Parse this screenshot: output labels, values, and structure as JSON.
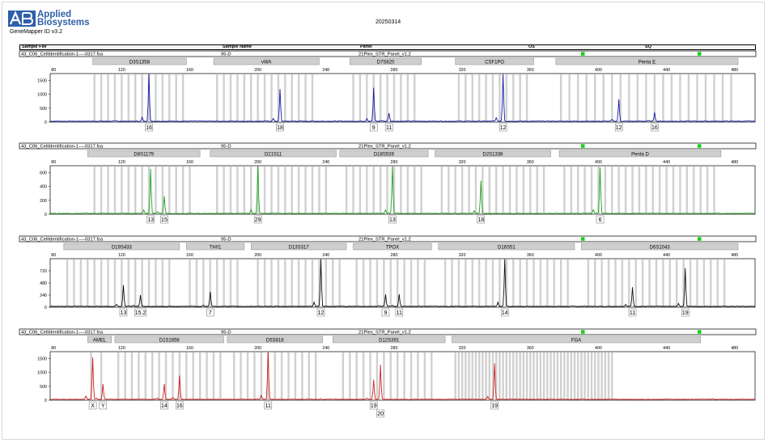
{
  "report": {
    "logo_line1": "Applied",
    "logo_line2": "Biosystems",
    "software": "GeneMapper ID v3.2",
    "run_date": "20250314"
  },
  "header": {
    "sample_file_label": "Sample File",
    "sample_name_label": "Sample Name",
    "panel_label": "Panel",
    "os_label": "OS",
    "sq_label": "SQ"
  },
  "chart_data": [
    {
      "type": "line",
      "title": "43_C06_CellIdentification-1----0317.fsa",
      "sample_name": "95-D",
      "panel": "21Plex_STR_Panel_v1.2",
      "color": "#1a1aa6",
      "x_ticks": [
        80,
        120,
        160,
        200,
        240,
        280,
        320,
        360,
        400,
        440,
        480
      ],
      "xlim": [
        78,
        492
      ],
      "y_ticks": [
        0,
        500,
        1000,
        1500
      ],
      "ylim": [
        0,
        1750
      ],
      "markers": [
        {
          "name": "D3S1358",
          "start": 103,
          "end": 158
        },
        {
          "name": "vWA",
          "start": 174,
          "end": 236
        },
        {
          "name": "D7S820",
          "start": 254,
          "end": 296
        },
        {
          "name": "CSF1PO",
          "start": 316,
          "end": 362
        },
        {
          "name": "Penta E",
          "start": 375,
          "end": 482
        }
      ],
      "peaks": [
        {
          "x": 136,
          "y": 1700,
          "label": "16"
        },
        {
          "x": 213,
          "y": 1150,
          "label": "18"
        },
        {
          "x": 268,
          "y": 1200,
          "label": "9"
        },
        {
          "x": 277,
          "y": 300,
          "label": "11"
        },
        {
          "x": 344,
          "y": 1700,
          "label": "12"
        },
        {
          "x": 412,
          "y": 780,
          "label": "12"
        },
        {
          "x": 433,
          "y": 320,
          "label": "16"
        }
      ],
      "bins": [
        104,
        108,
        112,
        116,
        120,
        124,
        128,
        132,
        136,
        140,
        144,
        148,
        152,
        156,
        176,
        180,
        184,
        188,
        192,
        196,
        200,
        204,
        208,
        212,
        216,
        220,
        224,
        228,
        232,
        256,
        260,
        264,
        268,
        272,
        276,
        280,
        284,
        288,
        292,
        318,
        322,
        326,
        330,
        334,
        338,
        342,
        346,
        350,
        354,
        358,
        378,
        383,
        388,
        393,
        398,
        403,
        408,
        413,
        418,
        423,
        428,
        433,
        438,
        443,
        448,
        453,
        458,
        463,
        468,
        473,
        478
      ]
    },
    {
      "type": "line",
      "title": "43_C06_CellIdentification-1----0317.fsa",
      "sample_name": "95-D",
      "panel": "21Plex_STR_Panel_v1.2",
      "color": "#1fa31f",
      "x_ticks": [
        80,
        120,
        160,
        200,
        240,
        280,
        320,
        360,
        400,
        440,
        480
      ],
      "xlim": [
        78,
        492
      ],
      "y_ticks": [
        0,
        200,
        400,
        600
      ],
      "ylim": [
        0,
        700
      ],
      "markers": [
        {
          "name": "D8S1179",
          "start": 100,
          "end": 166
        },
        {
          "name": "D21S11",
          "start": 172,
          "end": 246
        },
        {
          "name": "D18S539",
          "start": 248,
          "end": 300
        },
        {
          "name": "D2S1338",
          "start": 304,
          "end": 372
        },
        {
          "name": "Penta D",
          "start": 377,
          "end": 472
        }
      ],
      "peaks": [
        {
          "x": 137,
          "y": 640,
          "label": "13"
        },
        {
          "x": 145,
          "y": 250,
          "label": "15"
        },
        {
          "x": 200,
          "y": 680,
          "label": "29"
        },
        {
          "x": 279,
          "y": 680,
          "label": "13"
        },
        {
          "x": 331,
          "y": 470,
          "label": "18"
        },
        {
          "x": 401,
          "y": 660,
          "label": "6"
        }
      ],
      "bins": [
        104,
        108,
        112,
        116,
        120,
        124,
        128,
        132,
        136,
        140,
        144,
        148,
        152,
        156,
        160,
        176,
        180,
        184,
        188,
        192,
        196,
        200,
        204,
        208,
        212,
        216,
        220,
        224,
        228,
        232,
        236,
        240,
        252,
        256,
        260,
        264,
        268,
        272,
        276,
        280,
        284,
        288,
        292,
        296,
        308,
        312,
        316,
        320,
        324,
        328,
        332,
        336,
        340,
        344,
        348,
        352,
        356,
        360,
        364,
        368,
        380,
        384,
        388,
        392,
        396,
        400,
        404,
        408,
        412,
        416,
        420,
        424,
        428,
        432,
        436,
        440,
        444,
        448,
        452,
        456,
        460,
        464,
        468
      ]
    },
    {
      "type": "line",
      "title": "43_C06_CellIdentification-1----0317.fsa",
      "sample_name": "95-D",
      "panel": "21Plex_STR_Panel_v1.2",
      "color": "#111111",
      "x_ticks": [
        80,
        120,
        160,
        200,
        240,
        280,
        320,
        360,
        400,
        440,
        480
      ],
      "xlim": [
        78,
        492
      ],
      "y_ticks": [
        0,
        240,
        480,
        720
      ],
      "ylim": [
        0,
        960
      ],
      "markers": [
        {
          "name": "D19S433",
          "start": 86,
          "end": 154
        },
        {
          "name": "TH01",
          "start": 158,
          "end": 192
        },
        {
          "name": "D13S317",
          "start": 196,
          "end": 252
        },
        {
          "name": "TPOX",
          "start": 256,
          "end": 302
        },
        {
          "name": "D16S51",
          "start": 306,
          "end": 386
        },
        {
          "name": "D6S1043",
          "start": 390,
          "end": 482
        }
      ],
      "peaks": [
        {
          "x": 121,
          "y": 420,
          "label": "13"
        },
        {
          "x": 131,
          "y": 220,
          "label": "15.2"
        },
        {
          "x": 172,
          "y": 290,
          "label": "7"
        },
        {
          "x": 237,
          "y": 950,
          "label": "12"
        },
        {
          "x": 275,
          "y": 230,
          "label": "9"
        },
        {
          "x": 283,
          "y": 240,
          "label": "11"
        },
        {
          "x": 345,
          "y": 960,
          "label": "14"
        },
        {
          "x": 420,
          "y": 380,
          "label": "11"
        },
        {
          "x": 451,
          "y": 760,
          "label": "19"
        }
      ],
      "bins": [
        88,
        92,
        96,
        100,
        104,
        108,
        112,
        116,
        120,
        124,
        128,
        132,
        136,
        140,
        144,
        148,
        160,
        164,
        168,
        172,
        176,
        180,
        184,
        188,
        200,
        204,
        208,
        212,
        216,
        220,
        224,
        228,
        232,
        236,
        240,
        244,
        248,
        258,
        262,
        266,
        270,
        274,
        278,
        282,
        286,
        290,
        294,
        298,
        310,
        314,
        318,
        322,
        326,
        330,
        334,
        338,
        342,
        346,
        350,
        354,
        358,
        362,
        366,
        370,
        374,
        378,
        382,
        394,
        398,
        402,
        406,
        410,
        414,
        418,
        422,
        426,
        430,
        434,
        438,
        442,
        446,
        450,
        454,
        458,
        462,
        466,
        470,
        474
      ]
    },
    {
      "type": "line",
      "title": "43_C06_CellIdentification-1----0317.fsa",
      "sample_name": "95-D",
      "panel": "21Plex_STR_Panel_v1.2",
      "color": "#d42020",
      "x_ticks": [
        80,
        120,
        160,
        200,
        240,
        280,
        320,
        360,
        400,
        440,
        480
      ],
      "xlim": [
        78,
        492
      ],
      "y_ticks": [
        0,
        500,
        1000,
        1500
      ],
      "ylim": [
        0,
        1750
      ],
      "markers": [
        {
          "name": "AMEL",
          "start": 100,
          "end": 114
        },
        {
          "name": "D1S1656",
          "start": 116,
          "end": 180
        },
        {
          "name": "D5S818",
          "start": 182,
          "end": 238
        },
        {
          "name": "D12S391",
          "start": 244,
          "end": 310
        },
        {
          "name": "FGA",
          "start": 314,
          "end": 460
        }
      ],
      "peaks": [
        {
          "x": 103,
          "y": 1500,
          "label": "X"
        },
        {
          "x": 109,
          "y": 550,
          "label": "Y"
        },
        {
          "x": 145,
          "y": 560,
          "label": "14"
        },
        {
          "x": 154,
          "y": 850,
          "label": "16"
        },
        {
          "x": 206,
          "y": 1700,
          "label": "11"
        },
        {
          "x": 268,
          "y": 600,
          "label": "19"
        },
        {
          "x": 272,
          "y": 1250,
          "label": "20"
        },
        {
          "x": 339,
          "y": 1300,
          "label": "19"
        }
      ],
      "bins": [
        102,
        108,
        118,
        122,
        126,
        130,
        134,
        138,
        142,
        146,
        150,
        154,
        158,
        162,
        166,
        170,
        174,
        178,
        186,
        190,
        194,
        198,
        202,
        206,
        210,
        214,
        218,
        222,
        226,
        230,
        234,
        250,
        254,
        258,
        262,
        266,
        270,
        274,
        278,
        282,
        286,
        290,
        294,
        298,
        302,
        316,
        318,
        320,
        322,
        324,
        326,
        328,
        330,
        332,
        334,
        336,
        338,
        340,
        342,
        344,
        346,
        348,
        350,
        352,
        354,
        356,
        358,
        360,
        362,
        364,
        366,
        368,
        370,
        372,
        374,
        376,
        378,
        380,
        382,
        384,
        386,
        388,
        390,
        392,
        394,
        396,
        398,
        400,
        402,
        404,
        406,
        408
      ]
    }
  ]
}
